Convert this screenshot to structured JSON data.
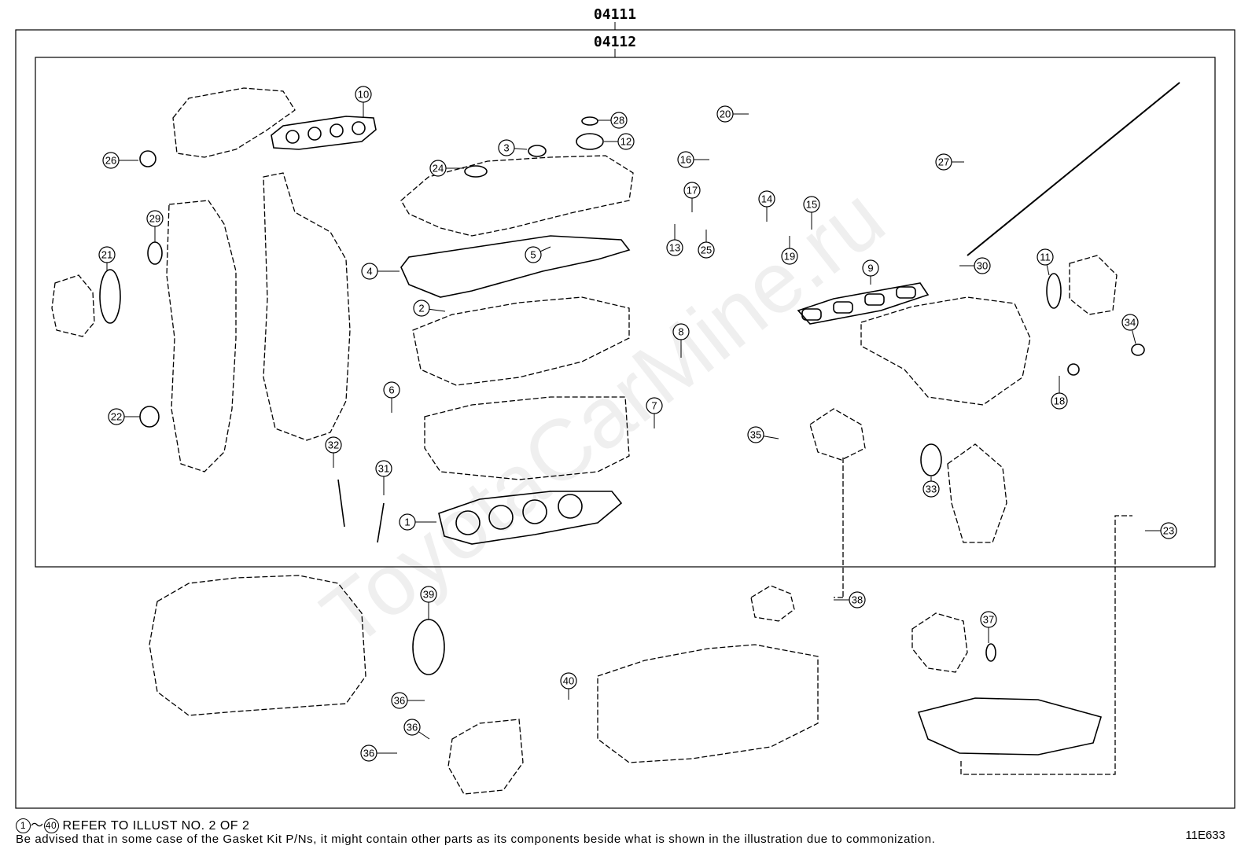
{
  "header": {
    "outer_kit": "04111",
    "inner_kit": "04112"
  },
  "watermark": "ToyotaCarMine.ru",
  "callouts": [
    "1",
    "2",
    "3",
    "4",
    "5",
    "6",
    "7",
    "8",
    "9",
    "10",
    "11",
    "12",
    "13",
    "14",
    "15",
    "16",
    "17",
    "18",
    "19",
    "20",
    "21",
    "22",
    "23",
    "24",
    "25",
    "26",
    "27",
    "28",
    "29",
    "30",
    "31",
    "32",
    "33",
    "34",
    "35",
    "36",
    "37",
    "38",
    "39",
    "40"
  ],
  "footer": {
    "range_start": "1",
    "range_sep": "～",
    "range_end": "40",
    "refer_text": "REFER TO ILLUST NO. 2 OF 2",
    "disclaimer": "Be advised that in some case of the Gasket Kit P/Ns,  it might contain other parts as its components beside what is shown in the illustration due to commonization.",
    "illus_code": "11E633"
  }
}
